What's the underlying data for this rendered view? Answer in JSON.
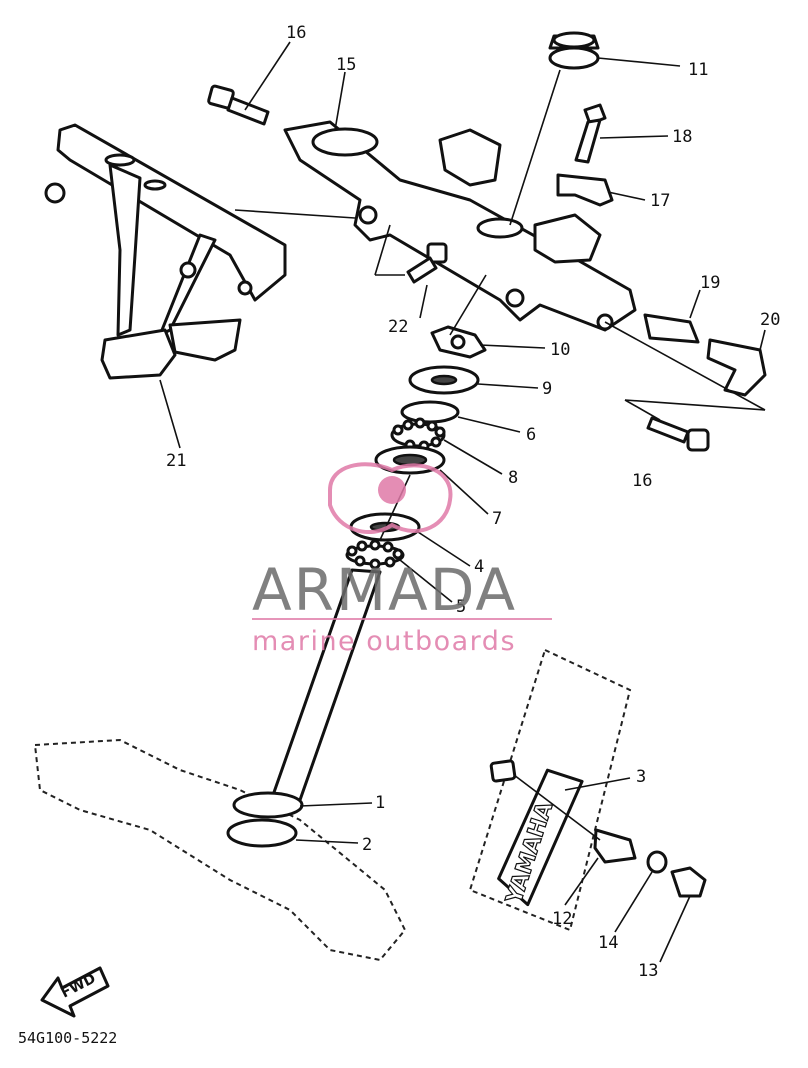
{
  "diagram": {
    "code": "54G100-5222",
    "fwd_label": "FWD",
    "fork_brand": "YAMAHA",
    "watermark": {
      "brand": "ARMADA",
      "tagline": "marine outboards",
      "brand_color": "#6b6b6b",
      "accent_color": "#e07aa8"
    },
    "callouts": [
      "1",
      "2",
      "3",
      "4",
      "5",
      "6",
      "7",
      "8",
      "9",
      "10",
      "11",
      "12",
      "13",
      "14",
      "15",
      "16",
      "16",
      "17",
      "18",
      "19",
      "20",
      "21",
      "22"
    ]
  }
}
